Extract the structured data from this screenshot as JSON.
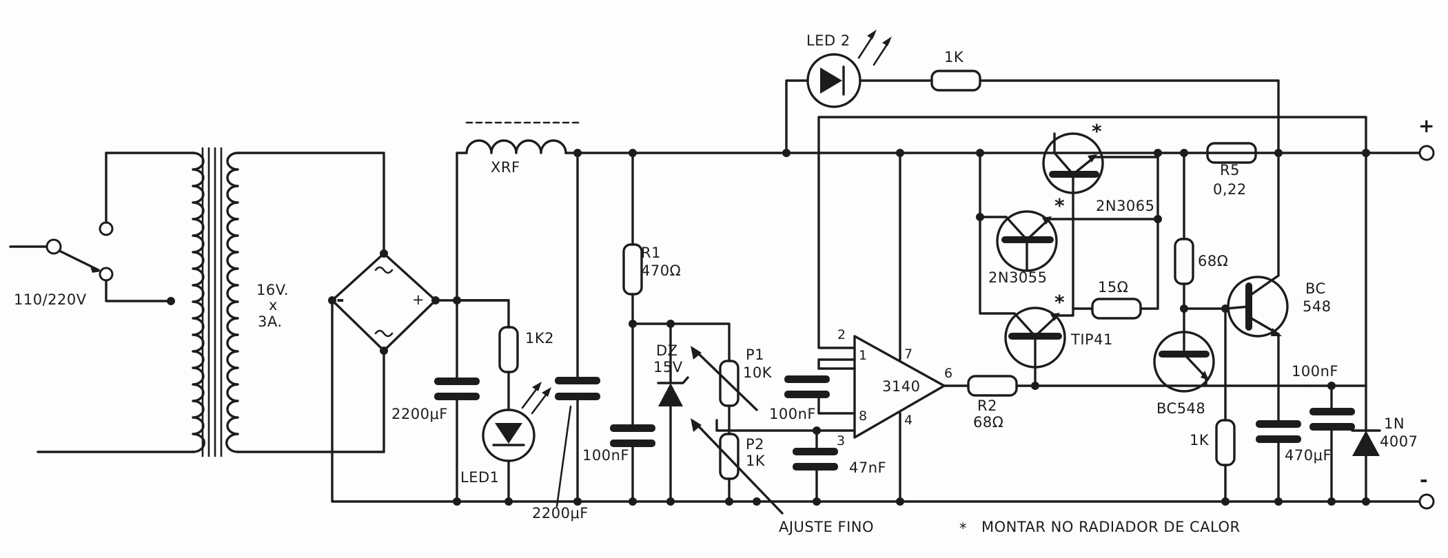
{
  "labels": {
    "mains": "110/220V",
    "transformer": "16V.",
    "transformer_x": "x",
    "transformer_current": "3A.",
    "xrf": "XRF",
    "c_filter1": "2200μF",
    "r_led1": "1K2",
    "led1": "LED1",
    "c_filter2": "2200μF",
    "r1_name": "R1",
    "r1_value": "470Ω",
    "c_100nf_1": "100nF",
    "dz_name": "DZ",
    "dz_value": "15V",
    "p1_name": "P1",
    "p1_value": "10K",
    "p2_name": "P2",
    "p2_value": "1K",
    "c_100nf_2": "100nF",
    "ajuste": "AJUSTE FINO",
    "c_47nf": "47nF",
    "opamp": "3140",
    "pin1": "1",
    "pin2": "2",
    "pin3": "3",
    "pin4": "4",
    "pin6": "6",
    "pin7": "7",
    "pin8": "8",
    "led2": "LED 2",
    "r_led2": "1K",
    "q_2n3065": "2N3065",
    "q_2n3055": "2N3055",
    "r_15": "15Ω",
    "q_tip41": "TIP41",
    "r2_name": "R2",
    "r2_value": "68Ω",
    "r5_name": "R5",
    "r5_value": "0,22",
    "r_68": "68Ω",
    "q_bc548_right_1": "BC",
    "q_bc548_right_2": "548",
    "q_bc548_left": "BC548",
    "r_1k": "1K",
    "c_470uf": "470μF",
    "c_100nf_3": "100nF",
    "diode_1": "1N",
    "diode_2": "4007",
    "plus": "+",
    "minus": "-",
    "star": "*",
    "note": "MONTAR NO RADIADOR DE CALOR"
  }
}
